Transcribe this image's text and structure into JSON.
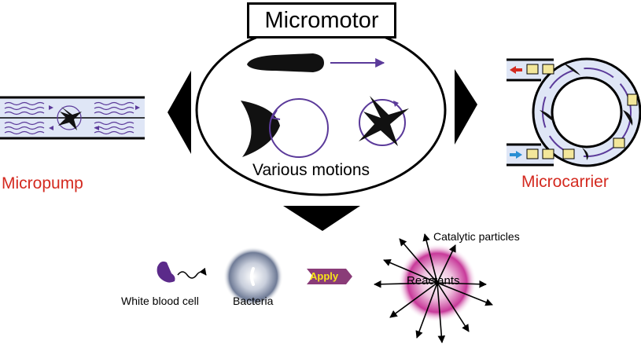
{
  "title": "Micromotor",
  "motions_label": "Various motions",
  "left_label": "Micropump",
  "right_label": "Microcarrier",
  "bottom": {
    "cell_label": "White blood cell",
    "bacteria_label": "Bacteria",
    "apply_label": "Apply",
    "reactants_label": "Reactants",
    "catalytic_label": "Catalytic particles"
  },
  "colors": {
    "accent_red": "#d42a20",
    "arrow_purple": "#5b3a9a",
    "channel_blue": "#dfe6f6",
    "cargo_yellow": "#f3e79a",
    "reactant_magenta": "#c83a9a",
    "apply_purple": "#8a3c78",
    "apply_text": "#f7e619"
  },
  "icons": [
    "triangle-left-icon",
    "triangle-right-icon",
    "triangle-down-icon",
    "micromotor-rod-icon",
    "crescent-motor-icon",
    "cross-motor-icon",
    "white-blood-cell-icon",
    "bacteria-icon",
    "apply-arrow-icon",
    "reactant-burst-icon"
  ]
}
